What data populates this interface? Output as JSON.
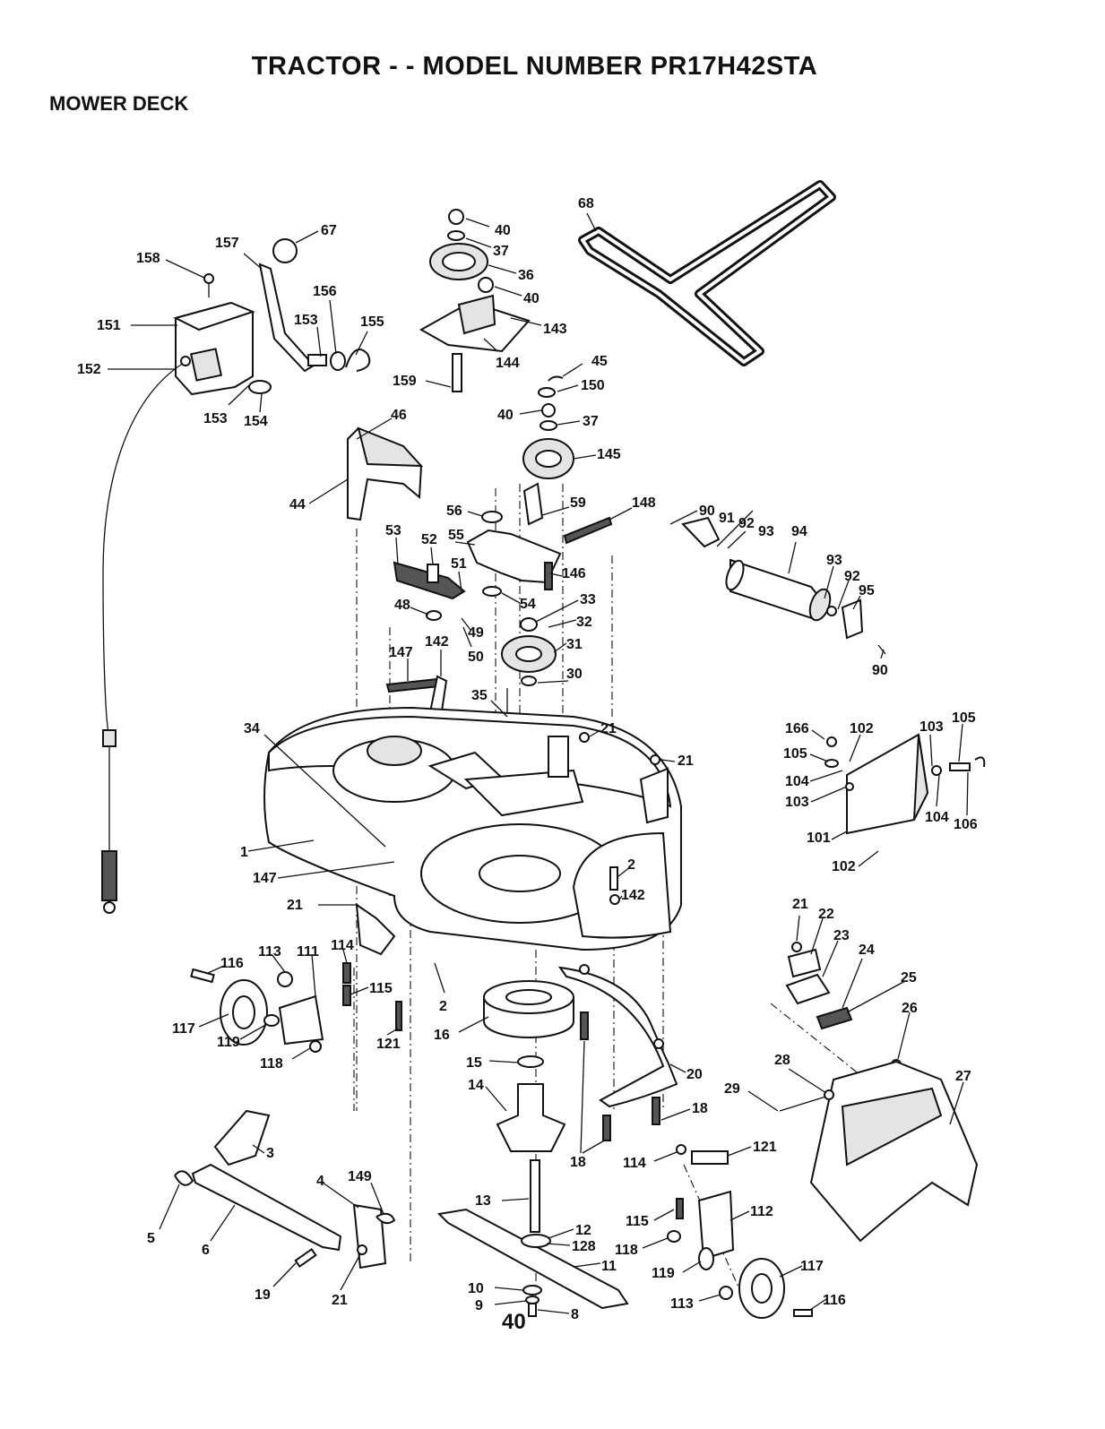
{
  "header": {
    "title": "TRACTOR - - MODEL NUMBER PR17H42STA",
    "section": "MOWER DECK",
    "page_number": "40"
  },
  "callouts": [
    {
      "id": "c67",
      "text": "67"
    },
    {
      "id": "c157",
      "text": "157"
    },
    {
      "id": "c158",
      "text": "158"
    },
    {
      "id": "c156",
      "text": "156"
    },
    {
      "id": "c151",
      "text": "151"
    },
    {
      "id": "c153a",
      "text": "153"
    },
    {
      "id": "c155",
      "text": "155"
    },
    {
      "id": "c152",
      "text": "152"
    },
    {
      "id": "c153b",
      "text": "153"
    },
    {
      "id": "c154",
      "text": "154"
    },
    {
      "id": "c40a",
      "text": "40"
    },
    {
      "id": "c37a",
      "text": "37"
    },
    {
      "id": "c36",
      "text": "36"
    },
    {
      "id": "c40b",
      "text": "40"
    },
    {
      "id": "c143",
      "text": "143"
    },
    {
      "id": "c144",
      "text": "144"
    },
    {
      "id": "c159",
      "text": "159"
    },
    {
      "id": "c68",
      "text": "68"
    },
    {
      "id": "c45",
      "text": "45"
    },
    {
      "id": "c150",
      "text": "150"
    },
    {
      "id": "c40c",
      "text": "40"
    },
    {
      "id": "c37b",
      "text": "37"
    },
    {
      "id": "c145",
      "text": "145"
    },
    {
      "id": "c46",
      "text": "46"
    },
    {
      "id": "c44",
      "text": "44"
    },
    {
      "id": "c56",
      "text": "56"
    },
    {
      "id": "c59",
      "text": "59"
    },
    {
      "id": "c148",
      "text": "148"
    },
    {
      "id": "c53",
      "text": "53"
    },
    {
      "id": "c52",
      "text": "52"
    },
    {
      "id": "c55",
      "text": "55"
    },
    {
      "id": "c51",
      "text": "51"
    },
    {
      "id": "c146",
      "text": "146"
    },
    {
      "id": "c48",
      "text": "48"
    },
    {
      "id": "c54",
      "text": "54"
    },
    {
      "id": "c33",
      "text": "33"
    },
    {
      "id": "c32",
      "text": "32"
    },
    {
      "id": "c49",
      "text": "49"
    },
    {
      "id": "c147a",
      "text": "147"
    },
    {
      "id": "c142a",
      "text": "142"
    },
    {
      "id": "c50",
      "text": "50"
    },
    {
      "id": "c31",
      "text": "31"
    },
    {
      "id": "c30",
      "text": "30"
    },
    {
      "id": "c35",
      "text": "35"
    },
    {
      "id": "c90a",
      "text": "90"
    },
    {
      "id": "c91",
      "text": "91"
    },
    {
      "id": "c92a",
      "text": "92"
    },
    {
      "id": "c93a",
      "text": "93"
    },
    {
      "id": "c94",
      "text": "94"
    },
    {
      "id": "c93b",
      "text": "93"
    },
    {
      "id": "c92b",
      "text": "92"
    },
    {
      "id": "c95",
      "text": "95"
    },
    {
      "id": "c90b",
      "text": "90"
    },
    {
      "id": "c34",
      "text": "34"
    },
    {
      "id": "c21a",
      "text": "21"
    },
    {
      "id": "c21b",
      "text": "21"
    },
    {
      "id": "c166",
      "text": "166"
    },
    {
      "id": "c102a",
      "text": "102"
    },
    {
      "id": "c103a",
      "text": "103"
    },
    {
      "id": "c105a",
      "text": "105"
    },
    {
      "id": "c105b",
      "text": "105"
    },
    {
      "id": "c104a",
      "text": "104"
    },
    {
      "id": "c103b",
      "text": "103"
    },
    {
      "id": "c104b",
      "text": "104"
    },
    {
      "id": "c106",
      "text": "106"
    },
    {
      "id": "c101",
      "text": "101"
    },
    {
      "id": "c102b",
      "text": "102"
    },
    {
      "id": "c1",
      "text": "1"
    },
    {
      "id": "c147b",
      "text": "147"
    },
    {
      "id": "c2a",
      "text": "2"
    },
    {
      "id": "c21c",
      "text": "21"
    },
    {
      "id": "c142b",
      "text": "142"
    },
    {
      "id": "c21d",
      "text": "21"
    },
    {
      "id": "c22",
      "text": "22"
    },
    {
      "id": "c23",
      "text": "23"
    },
    {
      "id": "c24",
      "text": "24"
    },
    {
      "id": "c25",
      "text": "25"
    },
    {
      "id": "c26",
      "text": "26"
    },
    {
      "id": "c116a",
      "text": "116"
    },
    {
      "id": "c113a",
      "text": "113"
    },
    {
      "id": "c111",
      "text": "111"
    },
    {
      "id": "c114a",
      "text": "114"
    },
    {
      "id": "c115a",
      "text": "115"
    },
    {
      "id": "c2b",
      "text": "2"
    },
    {
      "id": "c117a",
      "text": "117"
    },
    {
      "id": "c119a",
      "text": "119"
    },
    {
      "id": "c121a",
      "text": "121"
    },
    {
      "id": "c118a",
      "text": "118"
    },
    {
      "id": "c16",
      "text": "16"
    },
    {
      "id": "c15",
      "text": "15"
    },
    {
      "id": "c14",
      "text": "14"
    },
    {
      "id": "c20",
      "text": "20"
    },
    {
      "id": "c29",
      "text": "29"
    },
    {
      "id": "c28",
      "text": "28"
    },
    {
      "id": "c27",
      "text": "27"
    },
    {
      "id": "c18a",
      "text": "18"
    },
    {
      "id": "c18b",
      "text": "18"
    },
    {
      "id": "c114b",
      "text": "114"
    },
    {
      "id": "c121b",
      "text": "121"
    },
    {
      "id": "c3",
      "text": "3"
    },
    {
      "id": "c4",
      "text": "4"
    },
    {
      "id": "c149",
      "text": "149"
    },
    {
      "id": "c5",
      "text": "5"
    },
    {
      "id": "c6",
      "text": "6"
    },
    {
      "id": "c13",
      "text": "13"
    },
    {
      "id": "c12",
      "text": "12"
    },
    {
      "id": "c128",
      "text": "128"
    },
    {
      "id": "c115b",
      "text": "115"
    },
    {
      "id": "c112",
      "text": "112"
    },
    {
      "id": "c118b",
      "text": "118"
    },
    {
      "id": "c11",
      "text": "11"
    },
    {
      "id": "c19",
      "text": "19"
    },
    {
      "id": "c21e",
      "text": "21"
    },
    {
      "id": "c10",
      "text": "10"
    },
    {
      "id": "c9",
      "text": "9"
    },
    {
      "id": "c8",
      "text": "8"
    },
    {
      "id": "c119b",
      "text": "119"
    },
    {
      "id": "c117b",
      "text": "117"
    },
    {
      "id": "c113b",
      "text": "113"
    },
    {
      "id": "c116b",
      "text": "116"
    }
  ]
}
